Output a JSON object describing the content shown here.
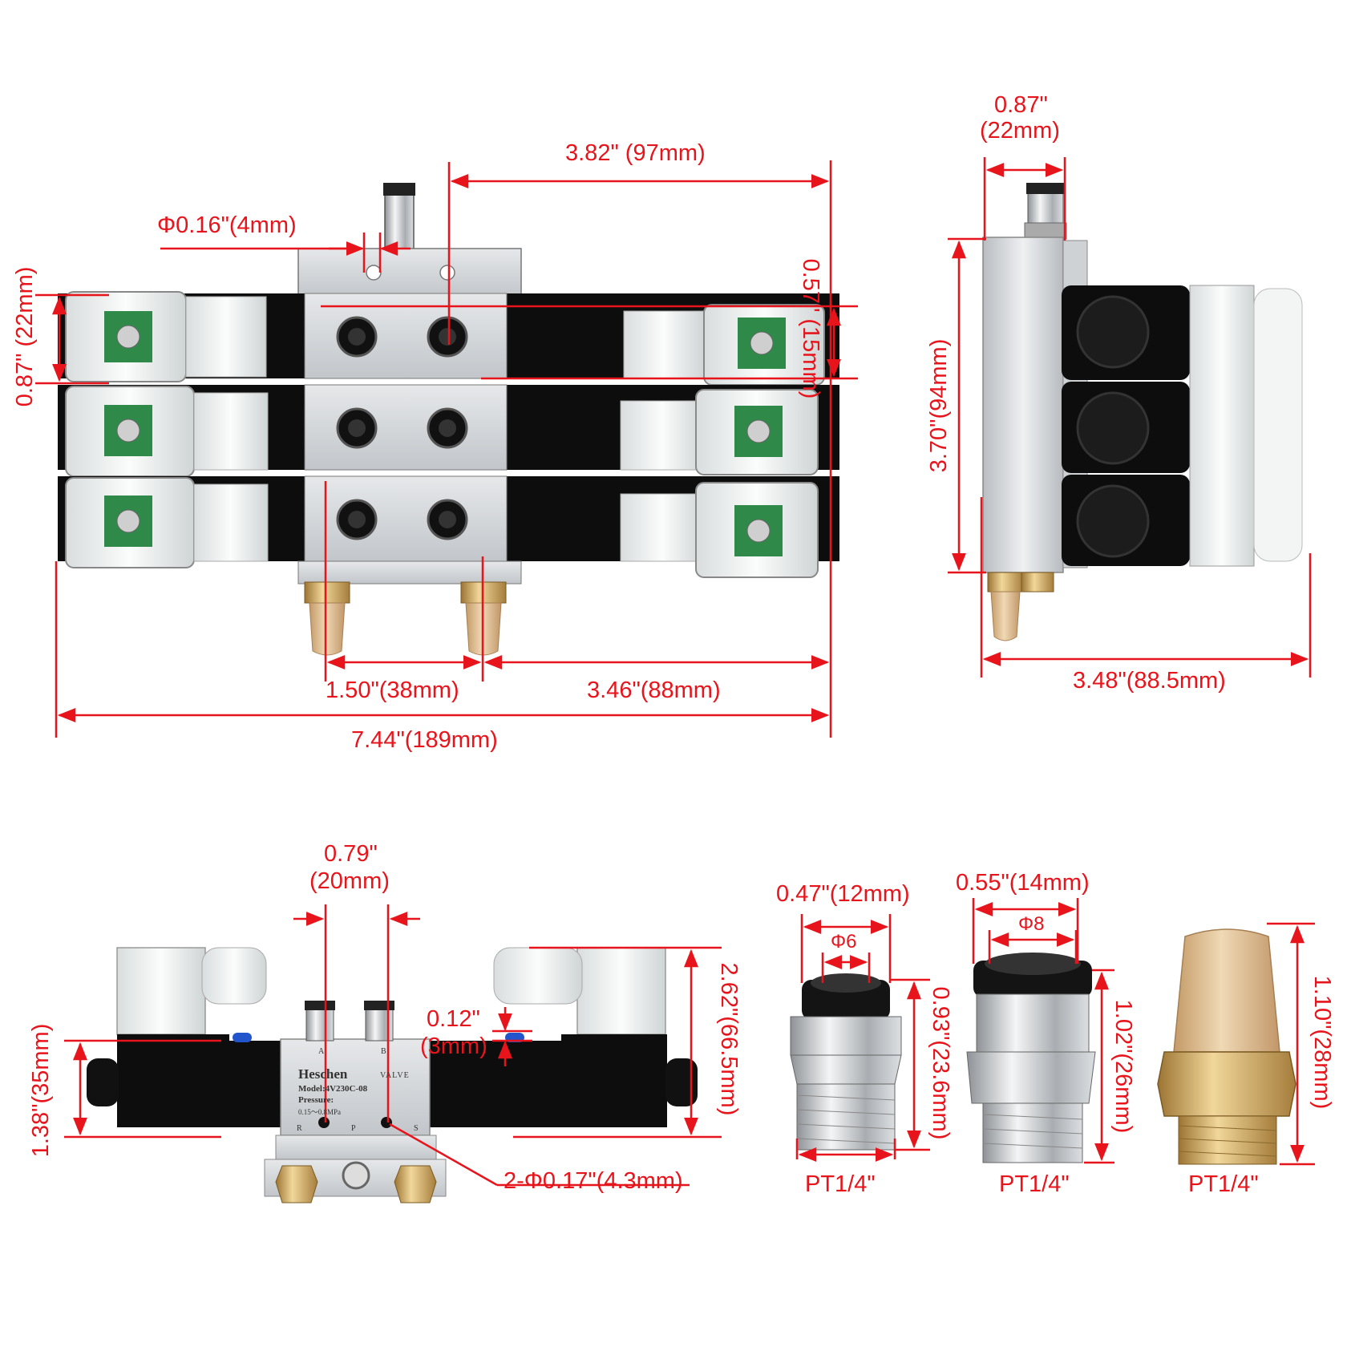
{
  "colors": {
    "dimension": "#e8141b",
    "valve_body": "#0d0d0d",
    "aluminum": "#d6d9dc",
    "brass": "#c9a15a",
    "bronze_sintered": "#d8b98c",
    "coil_clear": "#eef2f2",
    "pcb": "#2f8a4a"
  },
  "front_view": {
    "dim_width_top": "3.82\" (97mm)",
    "dim_port": "Φ0.16\"(4mm)",
    "dim_height_right": "0.57\" (15mm)",
    "dim_height_left": "0.87\" (22mm)",
    "dim_mount_spacing": "1.50\"(38mm)",
    "dim_mount_offset": "3.46\"(88mm)",
    "dim_total_width": "7.44\"(189mm)"
  },
  "side_view": {
    "dim_top": "0.87\"",
    "dim_top_mm": "(22mm)",
    "dim_height": "3.70\"(94mm)",
    "dim_depth": "3.48\"(88.5mm)"
  },
  "single_valve": {
    "dim_port_spacing": "0.79\"",
    "dim_port_spacing_mm": "(20mm)",
    "dim_gap": "0.12\"",
    "dim_gap_mm": "(3mm)",
    "dim_body_height": "1.38\"(35mm)",
    "dim_total_height": "2.62\"(66.5mm)",
    "dim_holes": "2-Φ0.17\"(4.3mm)",
    "brand": "Heschen",
    "valve_word": "VALVE",
    "model": "Model:4V230C-08",
    "pressure_label": "Pressure:",
    "pressure_value": "0.15～0.8MPa",
    "port_a": "A",
    "port_b": "B",
    "port_r": "R",
    "port_p": "P",
    "port_s": "S"
  },
  "fitting_6": {
    "dim_width": "0.47\"(12mm)",
    "dim_bore": "Φ6",
    "dim_height": "0.93\"(23.6mm)",
    "thread": "PT1/4\""
  },
  "fitting_8": {
    "dim_width": "0.55\"(14mm)",
    "dim_bore": "Φ8",
    "dim_height": "1.02\"(26mm)",
    "thread": "PT1/4\""
  },
  "muffler": {
    "dim_height": "1.10\"(28mm)",
    "thread": "PT1/4\""
  }
}
